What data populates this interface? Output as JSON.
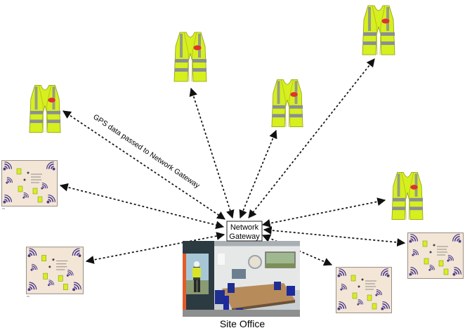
{
  "diagram": {
    "gateway": {
      "line1": "Network",
      "line2": "Gateway"
    },
    "site_office_caption": "Site Office",
    "gps_label": "GPS data passed to Network Gateway",
    "colors": {
      "vest_yellow": "#d6ef1f",
      "vest_stripe": "#8a8f93",
      "vest_badge": "#e0322f",
      "floorplan_bg": "#f3e6d6",
      "signal_purple": "#4b3b8c",
      "arrow": "#111111"
    },
    "workers": [
      {
        "id": "worker-1",
        "icon": "hi-vis-vest-icon"
      },
      {
        "id": "worker-2",
        "icon": "hi-vis-vest-icon"
      },
      {
        "id": "worker-3",
        "icon": "hi-vis-vest-icon"
      },
      {
        "id": "worker-4",
        "icon": "hi-vis-vest-icon"
      },
      {
        "id": "worker-5",
        "icon": "hi-vis-vest-icon"
      }
    ],
    "floorplans": [
      {
        "id": "floorplan-1",
        "icon": "site-floorplan-icon"
      },
      {
        "id": "floorplan-2",
        "icon": "site-floorplan-icon"
      },
      {
        "id": "floorplan-3",
        "icon": "site-floorplan-icon"
      },
      {
        "id": "floorplan-4",
        "icon": "site-floorplan-icon"
      }
    ]
  }
}
